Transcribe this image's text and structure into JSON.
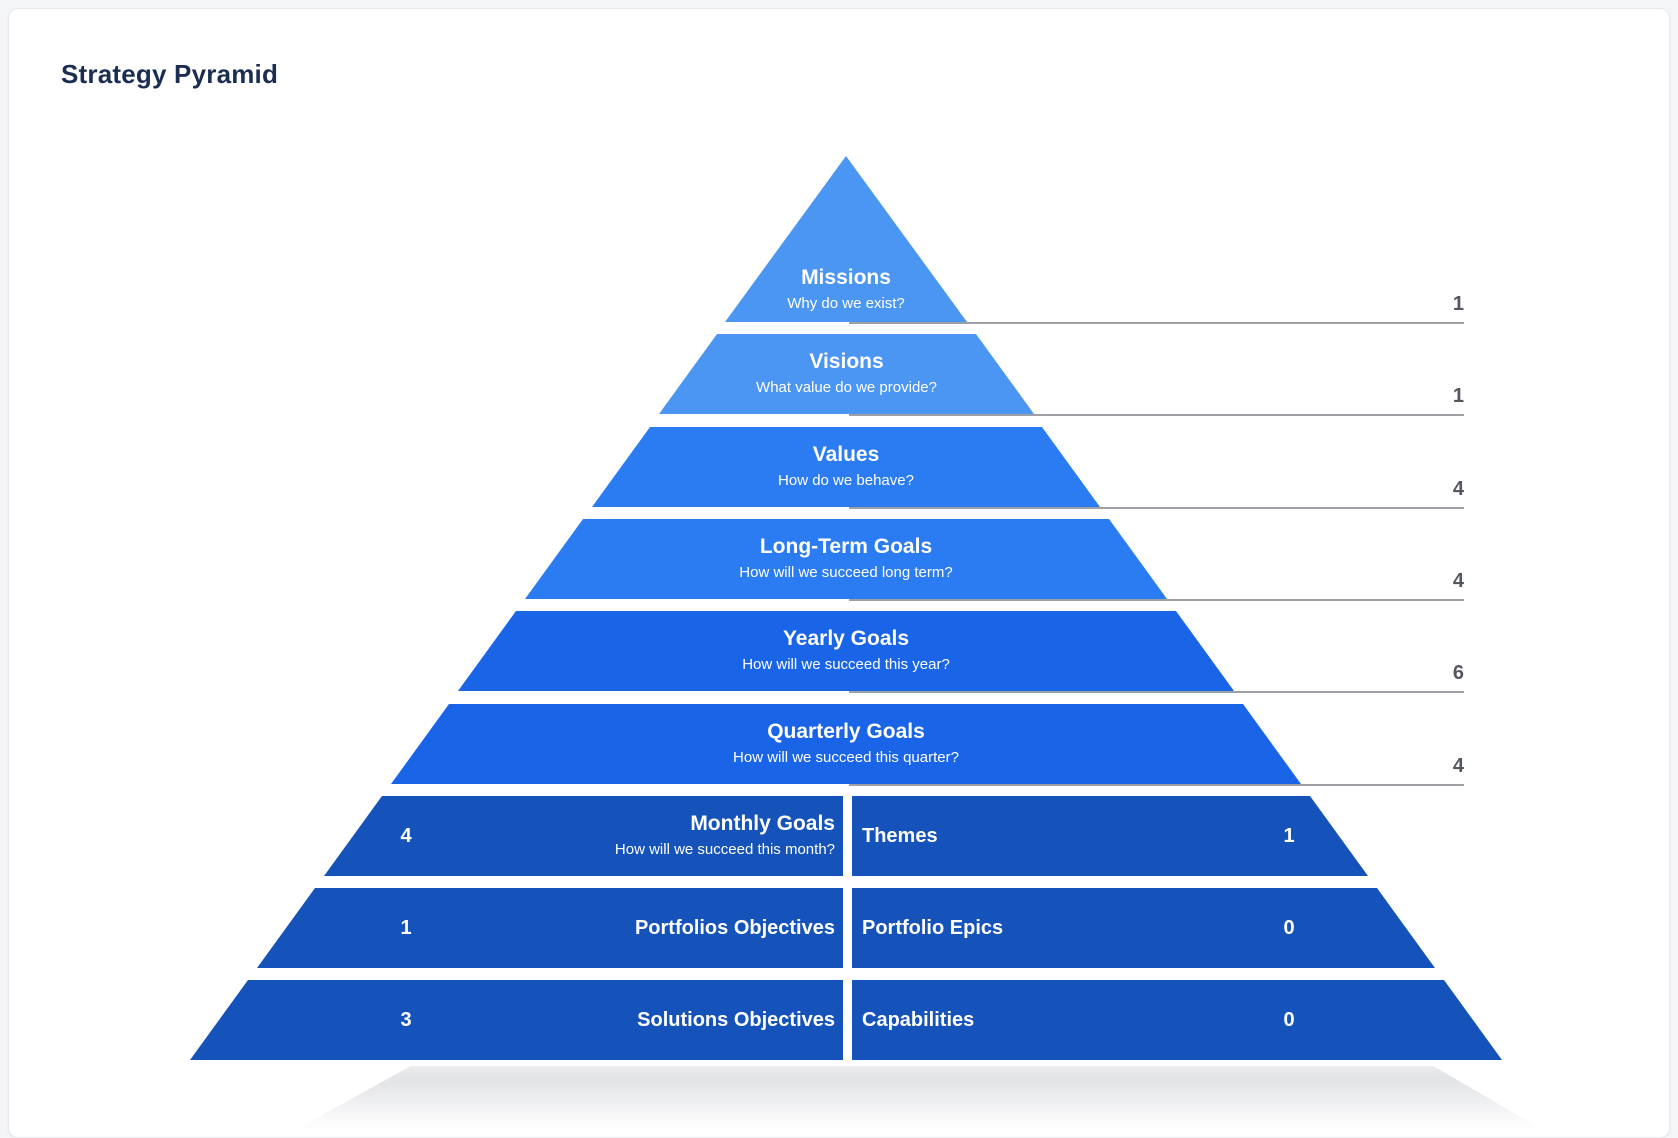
{
  "page": {
    "title": "Strategy Pyramid"
  },
  "pyramid": {
    "levels": [
      {
        "id": "missions",
        "title": "Missions",
        "subtitle": "Why do we exist?",
        "count": "1"
      },
      {
        "id": "visions",
        "title": "Visions",
        "subtitle": "What value do we provide?",
        "count": "1"
      },
      {
        "id": "values",
        "title": "Values",
        "subtitle": "How do we behave?",
        "count": "4"
      },
      {
        "id": "long-term-goals",
        "title": "Long-Term Goals",
        "subtitle": "How will we succeed long term?",
        "count": "4"
      },
      {
        "id": "yearly-goals",
        "title": "Yearly Goals",
        "subtitle": "How will we succeed this year?",
        "count": "6"
      },
      {
        "id": "quarterly-goals",
        "title": "Quarterly Goals",
        "subtitle": "How will we succeed this quarter?",
        "count": "4"
      }
    ],
    "split_levels": [
      {
        "left": {
          "title": "Monthly Goals",
          "subtitle": "How will we succeed this month?",
          "count": "4"
        },
        "right": {
          "title": "Themes",
          "count": "1"
        }
      },
      {
        "left": {
          "title": "Portfolios Objectives",
          "count": "1"
        },
        "right": {
          "title": "Portfolio Epics",
          "count": "0"
        }
      },
      {
        "left": {
          "title": "Solutions Objectives",
          "count": "3"
        },
        "right": {
          "title": "Capabilities",
          "count": "0"
        }
      }
    ],
    "colors": {
      "tier_1_2": "#4c96f3",
      "tier_3_4": "#2b7cf2",
      "tier_5_6": "#1a64e8",
      "tier_7_9": "#1552ba",
      "ruler_line": "#9da0a4",
      "ruler_count_text": "#54575d",
      "level_text": "#ffffff",
      "page_title_text": "#1c2d52",
      "card_background": "#ffffff"
    }
  }
}
